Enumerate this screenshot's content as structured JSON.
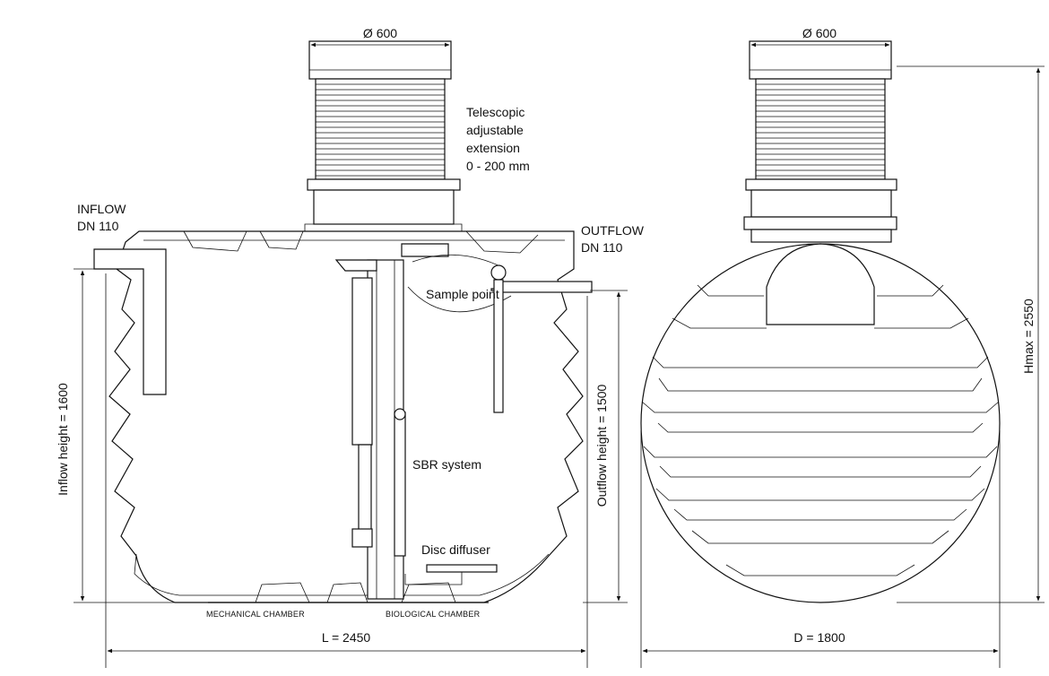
{
  "labels": {
    "dia_left": "Ø 600",
    "dia_right": "Ø 600",
    "telescopic_1": "Telescopic",
    "telescopic_2": "adjustable",
    "telescopic_3": "extension",
    "telescopic_4": "0 - 200 mm",
    "inflow_1": "INFLOW",
    "inflow_2": "DN 110",
    "outflow_1": "OUTFLOW",
    "outflow_2": "DN 110",
    "sample_point": "Sample point",
    "sbr_system": "SBR system",
    "disc_diffuser": "Disc diffuser",
    "mechanical_chamber": "MECHANICAL CHAMBER",
    "biological_chamber": "BIOLOGICAL CHAMBER",
    "inflow_height": "Inflow height = 1600",
    "outflow_height": "Outflow height = 1500",
    "hmax": "Hmax = 2550",
    "length": "L = 2450",
    "diameter": "D = 1800"
  }
}
